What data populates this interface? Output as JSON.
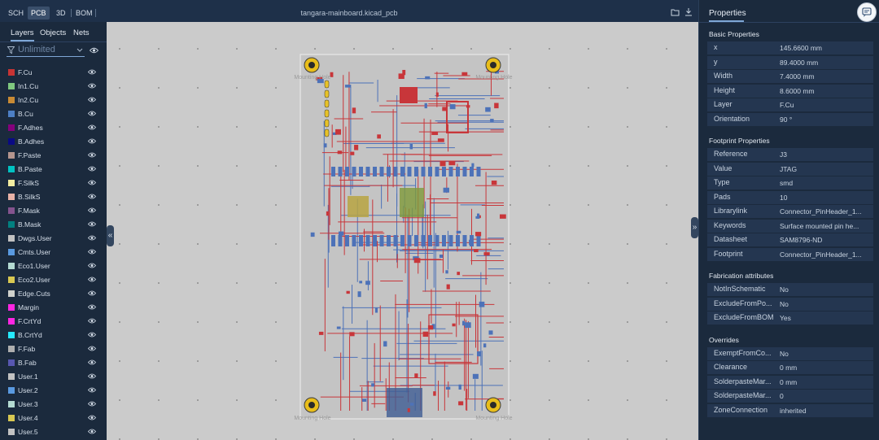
{
  "topbar": {
    "view_tabs": [
      {
        "label": "SCH"
      },
      {
        "label": "PCB"
      },
      {
        "label": "3D"
      },
      {
        "label": "BOM"
      }
    ],
    "file_title": "tangara-mainboard.kicad_pcb",
    "icons": [
      "folder-open-icon",
      "download-icon"
    ]
  },
  "left_panel": {
    "tabs": [
      {
        "label": "Layers"
      },
      {
        "label": "Objects"
      },
      {
        "label": "Nets"
      }
    ],
    "filter_value": "Unlimited",
    "layers": [
      {
        "name": "F.Cu",
        "color": "#c83434"
      },
      {
        "name": "In1.Cu",
        "color": "#7fc87f"
      },
      {
        "name": "In2.Cu",
        "color": "#c88a34"
      },
      {
        "name": "B.Cu",
        "color": "#4d7fc4"
      },
      {
        "name": "F.Adhes",
        "color": "#84007c"
      },
      {
        "name": "B.Adhes",
        "color": "#0a0a84"
      },
      {
        "name": "F.Paste",
        "color": "#b4958e"
      },
      {
        "name": "B.Paste",
        "color": "#00c2c2"
      },
      {
        "name": "F.SilkS",
        "color": "#f2eda1"
      },
      {
        "name": "B.SilkS",
        "color": "#e8b2a7"
      },
      {
        "name": "F.Mask",
        "color": "#84538e"
      },
      {
        "name": "B.Mask",
        "color": "#028080"
      },
      {
        "name": "Dwgs.User",
        "color": "#c2c2c2"
      },
      {
        "name": "Cmts.User",
        "color": "#5a9ae0"
      },
      {
        "name": "Eco1.User",
        "color": "#b4dbd2"
      },
      {
        "name": "Eco2.User",
        "color": "#d8c852"
      },
      {
        "name": "Edge.Cuts",
        "color": "#d0d2cd"
      },
      {
        "name": "Margin",
        "color": "#ff26e2"
      },
      {
        "name": "F.CrtYd",
        "color": "#ff26e2"
      },
      {
        "name": "B.CrtYd",
        "color": "#26e9ff"
      },
      {
        "name": "F.Fab",
        "color": "#afafaf"
      },
      {
        "name": "B.Fab",
        "color": "#5857b0"
      },
      {
        "name": "User.1",
        "color": "#c2c2c2"
      },
      {
        "name": "User.2",
        "color": "#5a9ae0"
      },
      {
        "name": "User.3",
        "color": "#b4dbd2"
      },
      {
        "name": "User.4",
        "color": "#d8c852"
      },
      {
        "name": "User.5",
        "color": "#c2c2c2"
      }
    ]
  },
  "board": {
    "silk_labels": [
      "Mounting Hole",
      "Mounting Hole",
      "Mounting Hole",
      "Mounting Hole"
    ]
  },
  "properties": {
    "title": "Properties",
    "sections": [
      {
        "heading": "Basic Properties",
        "rows": [
          {
            "key": "x",
            "value": "145.6600 mm"
          },
          {
            "key": "y",
            "value": "89.4000 mm"
          },
          {
            "key": "Width",
            "value": "7.4000 mm"
          },
          {
            "key": "Height",
            "value": "8.6000 mm"
          },
          {
            "key": "Layer",
            "value": "F.Cu"
          },
          {
            "key": "Orientation",
            "value": "90 °"
          }
        ]
      },
      {
        "heading": "Footprint Properties",
        "rows": [
          {
            "key": "Reference",
            "value": "J3"
          },
          {
            "key": "Value",
            "value": "JTAG"
          },
          {
            "key": "Type",
            "value": "smd"
          },
          {
            "key": "Pads",
            "value": "10"
          },
          {
            "key": "Librarylink",
            "value": "Connector_PinHeader_1..."
          },
          {
            "key": "Keywords",
            "value": "Surface mounted pin he..."
          },
          {
            "key": "Datasheet",
            "value": "SAM8796-ND"
          },
          {
            "key": "Footprint",
            "value": "Connector_PinHeader_1..."
          }
        ]
      },
      {
        "heading": "Fabrication attributes",
        "rows": [
          {
            "key": "NotInSchematic",
            "value": "No"
          },
          {
            "key": "ExcludeFromPo...",
            "value": "No"
          },
          {
            "key": "ExcludeFromBOM",
            "value": "Yes"
          }
        ]
      },
      {
        "heading": "Overrides",
        "rows": [
          {
            "key": "ExemptFromCo...",
            "value": "No"
          },
          {
            "key": "Clearance",
            "value": "0 mm"
          },
          {
            "key": "SolderpasteMar...",
            "value": "0 mm"
          },
          {
            "key": "SolderpasteMar...",
            "value": "0"
          },
          {
            "key": "ZoneConnection",
            "value": "inherited"
          }
        ]
      }
    ]
  }
}
